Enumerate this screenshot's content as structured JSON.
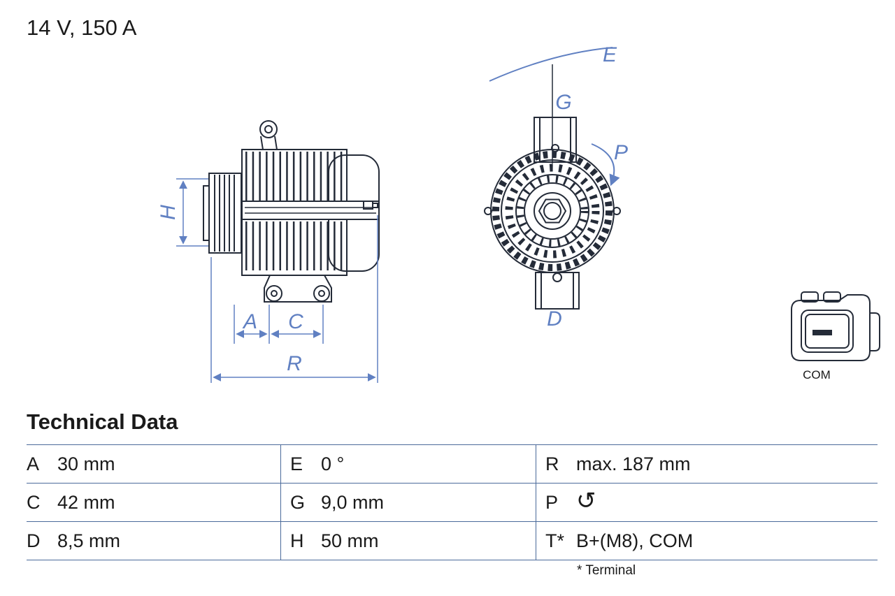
{
  "header": {
    "title": "14 V, 150 A"
  },
  "diagram": {
    "side_view_labels": {
      "H": "H",
      "A": "A",
      "C": "C",
      "R": "R"
    },
    "front_view_labels": {
      "E": "E",
      "G": "G",
      "P": "P",
      "D": "D"
    },
    "connector_label": "COM"
  },
  "technical_data": {
    "heading": "Technical Data",
    "footnote": "* Terminal",
    "rows": [
      [
        {
          "key": "A",
          "value": "30 mm"
        },
        {
          "key": "E",
          "value": "0 °"
        },
        {
          "key": "R",
          "value": "max. 187 mm"
        }
      ],
      [
        {
          "key": "C",
          "value": "42 mm"
        },
        {
          "key": "G",
          "value": "9,0 mm"
        },
        {
          "key": "P",
          "value": "",
          "icon": "rotation-direction-icon",
          "icon_char": "↺"
        }
      ],
      [
        {
          "key": "D",
          "value": "8,5 mm"
        },
        {
          "key": "H",
          "value": "50 mm"
        },
        {
          "key": "T*",
          "value": "B+(M8), COM"
        }
      ]
    ]
  },
  "colors": {
    "drawing_line": "#242b38",
    "dimension_blue": "#6080c2",
    "table_border": "#4a6a9a",
    "text": "#1a1a1a"
  }
}
